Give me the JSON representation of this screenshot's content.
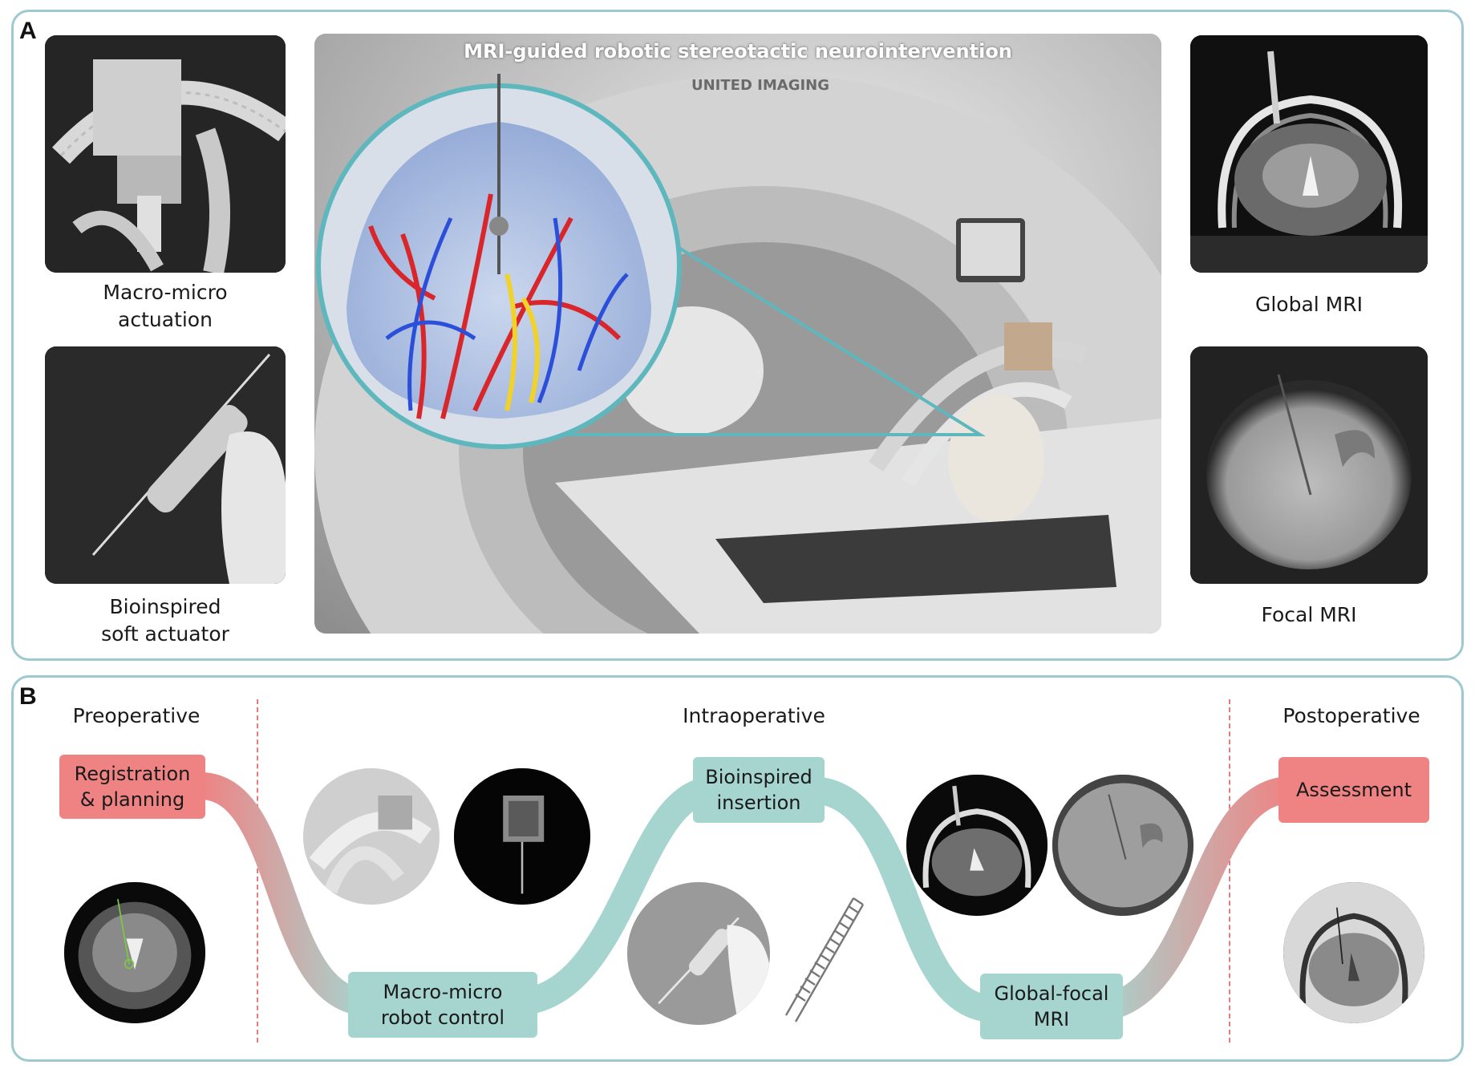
{
  "panel_a": {
    "label": "A",
    "center_title": "MRI-guided robotic stereotactic neurointervention",
    "scanner_brand": "UNITED IMAGING",
    "left_captions": [
      [
        "Macro-micro",
        "actuation"
      ],
      [
        "Bioinspired",
        "soft actuator"
      ]
    ],
    "right_captions": [
      "Global MRI",
      "Focal MRI"
    ]
  },
  "panel_b": {
    "label": "B",
    "phases": [
      "Preoperative",
      "Intraoperative",
      "Postoperative"
    ],
    "steps": {
      "registration": [
        "Registration",
        "& planning"
      ],
      "macro_micro": [
        "Macro-micro",
        "robot control"
      ],
      "bioinspired": [
        "Bioinspired",
        "insertion"
      ],
      "global_focal": [
        "Global-focal",
        "MRI"
      ],
      "assessment": [
        "Assessment"
      ]
    },
    "colors": {
      "step_red": "#ef8383",
      "step_teal": "#a6d5d0",
      "frame": "#9fc9d0",
      "phase_divider": "#e57a7a"
    }
  }
}
